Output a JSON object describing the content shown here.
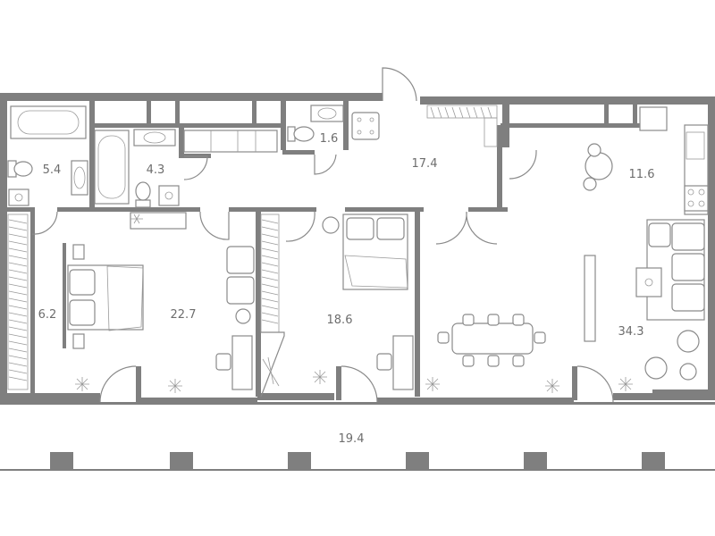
{
  "rooms": [
    {
      "id": "bathroom-left",
      "area": "5.4"
    },
    {
      "id": "bathroom-center",
      "area": "4.3"
    },
    {
      "id": "wc",
      "area": "1.6"
    },
    {
      "id": "hallway",
      "area": "17.4"
    },
    {
      "id": "kitchen",
      "area": "11.6"
    },
    {
      "id": "wardrobe",
      "area": "6.2"
    },
    {
      "id": "bedroom-main",
      "area": "22.7"
    },
    {
      "id": "bedroom-second",
      "area": "18.6"
    },
    {
      "id": "living-room",
      "area": "34.3"
    },
    {
      "id": "terrace",
      "area": "19.4"
    }
  ],
  "colors": {
    "wall": "#7f7f7f",
    "line": "#8a8a8a",
    "label": "#6d6d6d",
    "background": "#ffffff"
  },
  "icons": [
    "bathtub-icon",
    "toilet-icon",
    "sink-icon",
    "shower-icon",
    "bed-icon",
    "desk-icon",
    "chair-icon",
    "armchair-icon",
    "sofa-icon",
    "plant-icon",
    "dining-table-icon",
    "kitchen-counter-icon",
    "stove-icon",
    "wardrobe-rail-icon",
    "door-swing-icon"
  ]
}
